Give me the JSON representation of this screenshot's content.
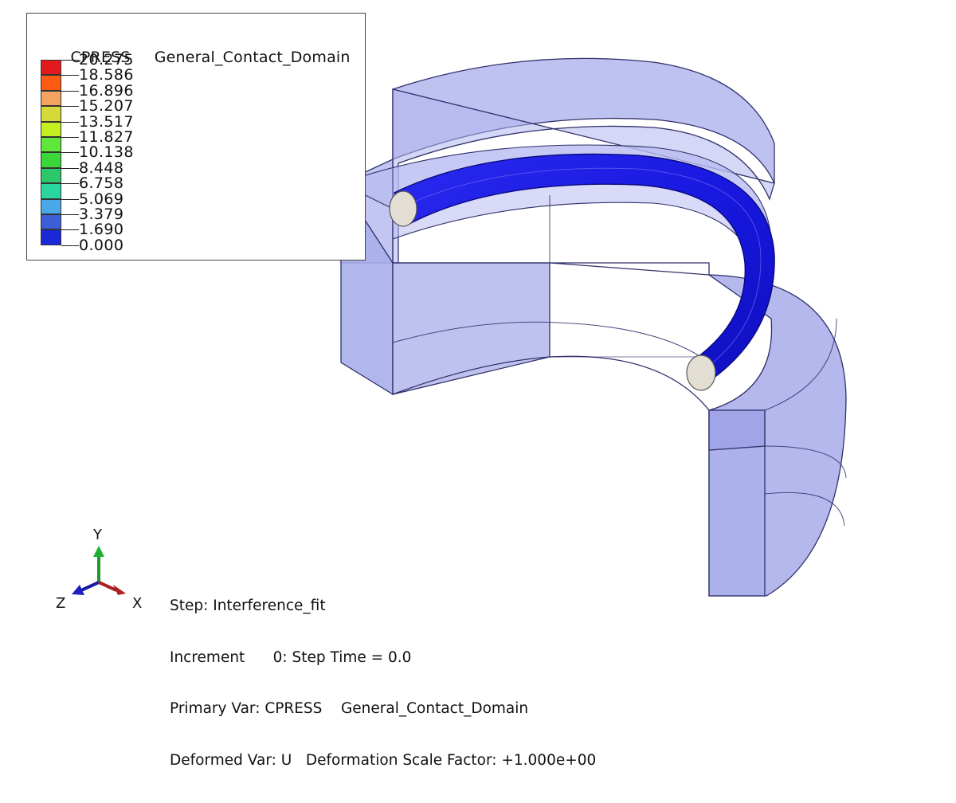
{
  "legend": {
    "variable": "CPRESS",
    "domain": "General_Contact_Domain",
    "values": [
      "20.275",
      "18.586",
      "16.896",
      "15.207",
      "13.517",
      "11.827",
      "10.138",
      "8.448",
      "6.758",
      "5.069",
      "3.379",
      "1.690",
      "0.000"
    ],
    "colors": [
      "#e31a1c",
      "#ff5a14",
      "#f4a460",
      "#d6d93a",
      "#c4f020",
      "#5ee83a",
      "#3ad63a",
      "#2ac86a",
      "#2ad6a0",
      "#4aa8e8",
      "#3c5fd8",
      "#1a28d8"
    ]
  },
  "info": {
    "step": "Step: Interference_fit",
    "increment": "Increment      0: Step Time = 0.0",
    "primary_var": "Primary Var: CPRESS    General_Contact_Domain",
    "deformed_var": "Deformed Var: U   Deformation Scale Factor: +1.000e+00"
  },
  "triad": {
    "y_label": "Y",
    "z_label": "Z",
    "x_label": "X"
  },
  "colors": {
    "housing_fill": "#aab0ee",
    "housing_edge": "#30306a",
    "seal_fill": "#1d1de6",
    "seal_end": "#e0ddd4"
  }
}
